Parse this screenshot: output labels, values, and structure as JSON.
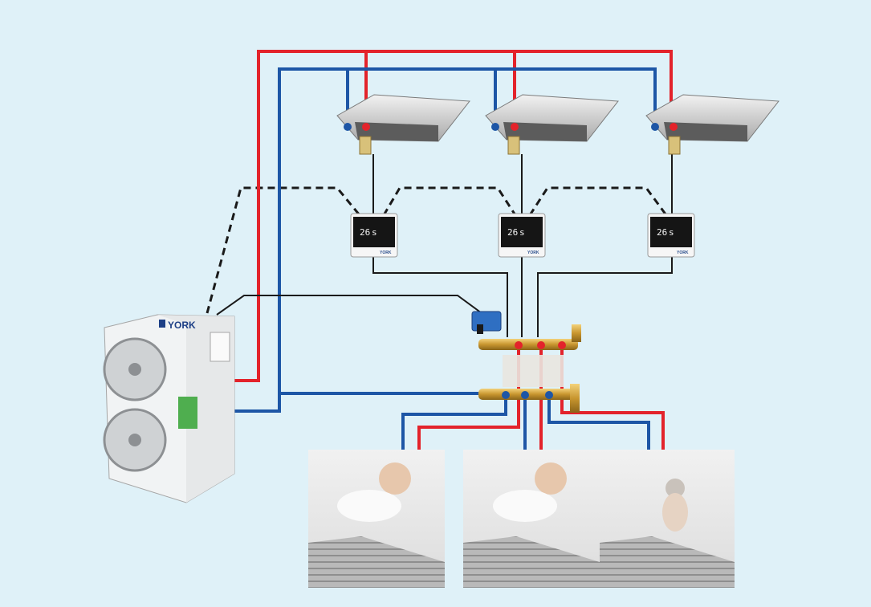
{
  "outdoor_unit": {
    "brand": "YORK"
  },
  "thermostats": [
    {
      "temperature": "26",
      "unit": "s",
      "brand": "YORK"
    },
    {
      "temperature": "26",
      "unit": "s",
      "brand": "YORK"
    },
    {
      "temperature": "26",
      "unit": "s",
      "brand": "YORK"
    }
  ],
  "colors": {
    "background": "#dff1f8",
    "supply_pipe": "#e3232b",
    "return_pipe": "#1d56a6",
    "control_wire": "#1a1a1a"
  },
  "icons": {
    "outdoor_unit": "heat-pump-outdoor-unit-icon",
    "ducted_unit": "ducted-fan-coil-icon",
    "thermostat": "wall-thermostat-icon",
    "manifold": "brass-manifold-icon",
    "valve": "motorized-valve-icon",
    "floor_zone": "floor-heating-zone-photo"
  }
}
